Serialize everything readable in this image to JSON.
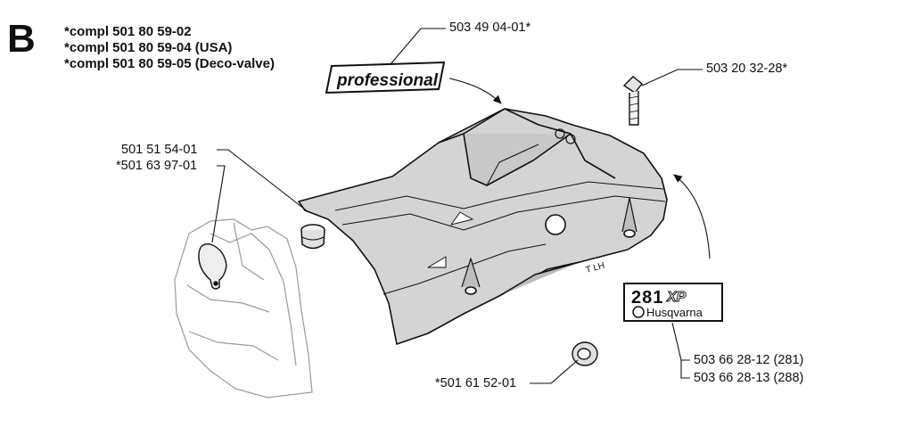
{
  "section": {
    "letter": "B"
  },
  "compl_lines": [
    "*compl 501 80 59-02",
    "*compl 501 80 59-04 (USA)",
    "*compl 501 80 59-05 (Deco-valve)"
  ],
  "decal_professional": {
    "label": "professional",
    "part": "503 49 04-01*"
  },
  "screw": {
    "part": "503 20 32-28*"
  },
  "knob": {
    "parts": [
      "501 51 54-01",
      "*501 63 97-01"
    ]
  },
  "plug": {
    "part": "*501 61 52-01"
  },
  "badge": {
    "model": "281",
    "suffix": "XP",
    "brand": "Husqvarna",
    "parts": [
      "503 66 28-12 (281)",
      "503 66 28-13 (288)"
    ]
  },
  "cover_marking": "T LH",
  "colors": {
    "line": "#111111",
    "cover_fill": "#d4d4d4",
    "cover_shade": "#bdbdbd",
    "paper": "#ffffff"
  }
}
